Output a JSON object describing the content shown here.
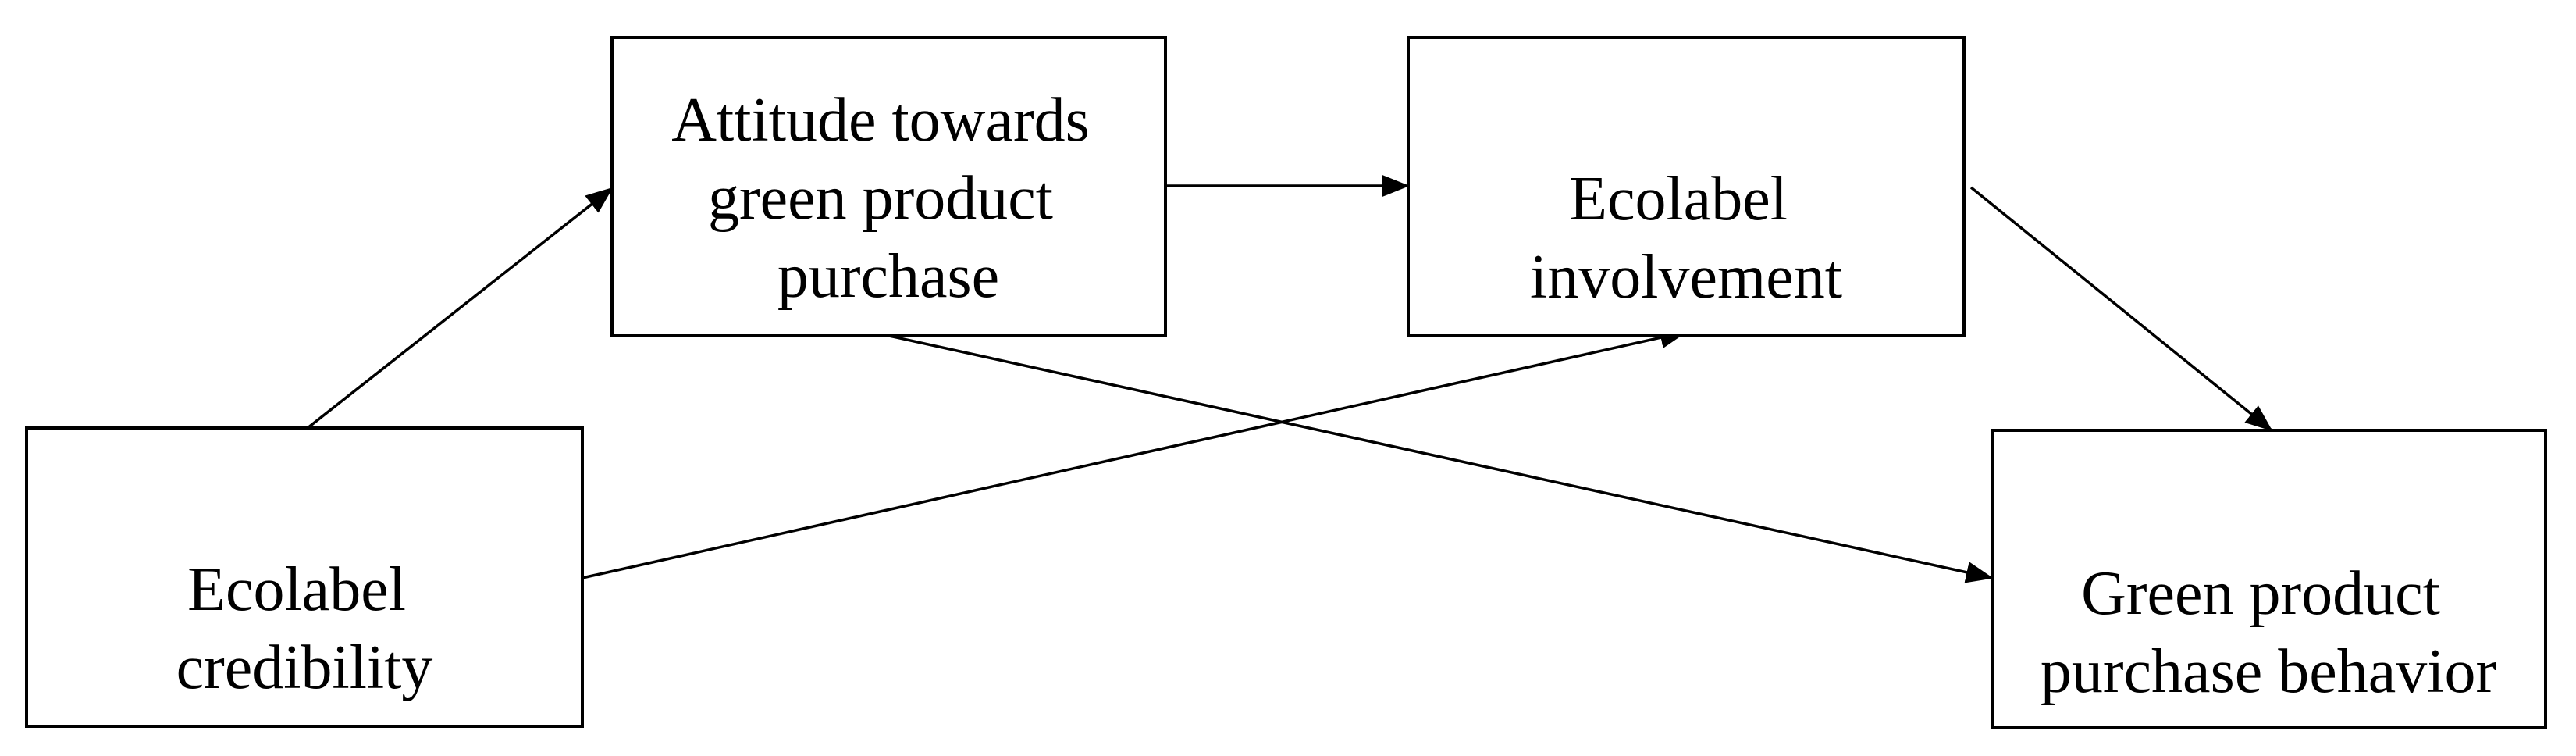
{
  "nodes": {
    "attitude": {
      "lines": [
        "Attitude towards",
        "green product",
        "purchase"
      ]
    },
    "involvement": {
      "lines": [
        "Ecolabel",
        "involvement"
      ]
    },
    "credibility": {
      "lines": [
        "Ecolabel",
        "credibility"
      ]
    },
    "behavior": {
      "lines": [
        "Green product",
        "purchase behavior"
      ]
    }
  },
  "edges": [
    {
      "from": "credibility",
      "to": "attitude"
    },
    {
      "from": "attitude",
      "to": "involvement"
    },
    {
      "from": "credibility",
      "to": "involvement"
    },
    {
      "from": "attitude",
      "to": "behavior"
    },
    {
      "from": "involvement",
      "to": "behavior"
    }
  ],
  "colors": {
    "stroke": "#000000",
    "background": "#ffffff"
  }
}
